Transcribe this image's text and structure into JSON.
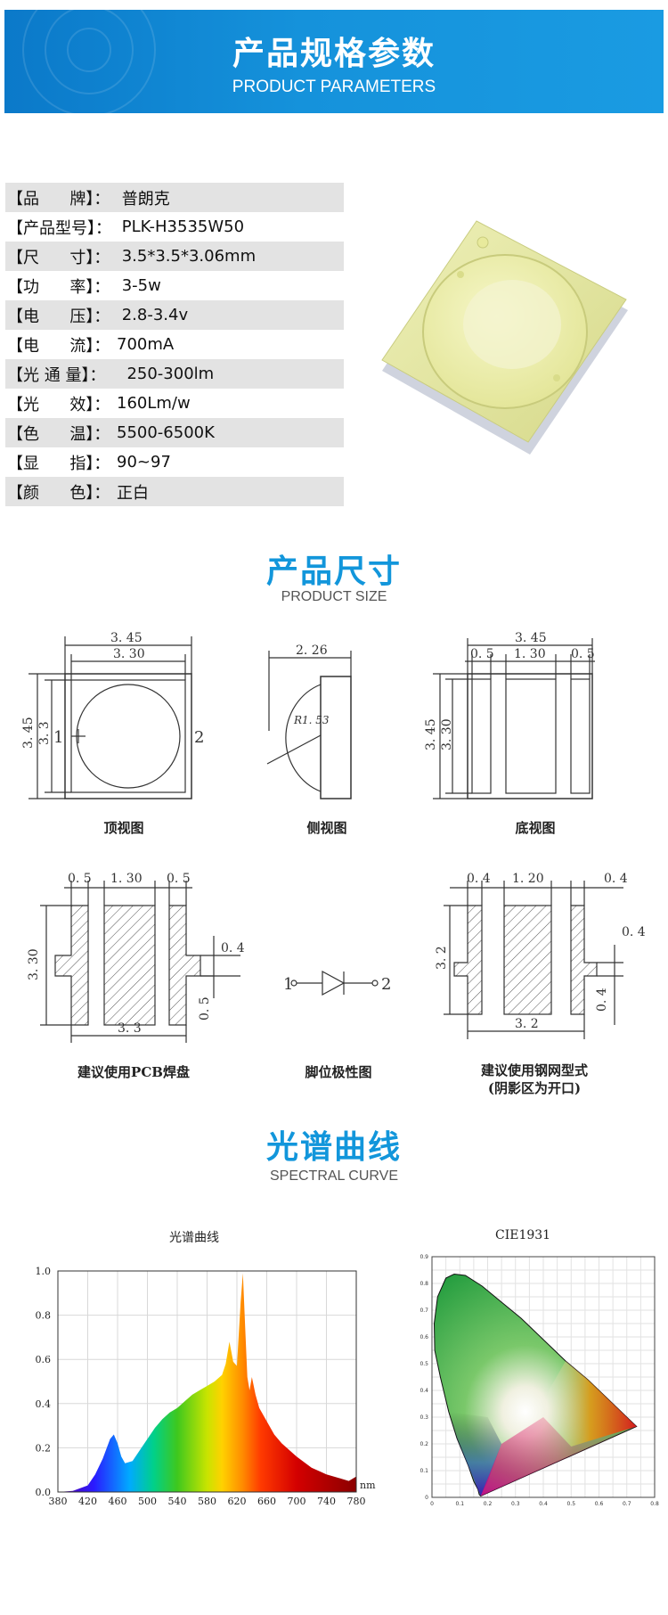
{
  "header": {
    "title": "产品规格参数",
    "subtitle": "PRODUCT PARAMETERS"
  },
  "specs": [
    {
      "label": "【品      牌】：",
      "value": " 普朗克"
    },
    {
      "label": "【产品型号】：",
      "value": " PLK-H3535W50"
    },
    {
      "label": "【尺      寸】：",
      "value": " 3.5*3.5*3.06mm"
    },
    {
      "label": "【功      率】：",
      "value": " 3-5w"
    },
    {
      "label": "【电      压】：",
      "value": " 2.8-3.4v"
    },
    {
      "label": "【电      流】：",
      "value": "700mA"
    },
    {
      "label": "【光 通 量】：",
      "value": "  250-300lm"
    },
    {
      "label": "【光      效】：",
      "value": "160Lm/w"
    },
    {
      "label": "【色      温】：",
      "value": "5500-6500K"
    },
    {
      "label": "【显      指】：",
      "value": "90~97"
    },
    {
      "label": "【颜      色】：",
      "value": "正白"
    }
  ],
  "size_section": {
    "title": "产品尺寸",
    "subtitle": "PRODUCT SIZE",
    "captions": {
      "top_view": "顶视图",
      "side_view": "侧视图",
      "bottom_view": "底视图",
      "pcb_pad": "建议使用PCB焊盘",
      "polarity": "脚位极性图",
      "stencil_line1": "建议使用钢网型式",
      "stencil_line2": "(阴影区为开口)"
    },
    "dims": {
      "top_w_outer": "3. 45",
      "top_w_inner": "3. 30",
      "top_h_outer": "3. 45",
      "top_h_inner": "3. 3",
      "pin1": "1",
      "pin2": "2",
      "side_w": "2. 26",
      "side_r": "R1. 53",
      "bot_w": "3. 45",
      "bot_a": "0. 5",
      "bot_b": "1. 30",
      "bot_c": "0. 5",
      "bot_h": "3. 45",
      "bot_h2": "3. 30",
      "pcb_a": "0. 5",
      "pcb_b": "1. 30",
      "pcb_c": "0. 5",
      "pcb_h": "3. 30",
      "pcb_tab": "0. 4",
      "pcb_tab2": "0. 5",
      "pcb_w": "3. 3",
      "st_a": "0. 4",
      "st_b": "1. 20",
      "st_c": "0. 4",
      "st_h": "3. 2",
      "st_tab": "0. 4",
      "st_tab2": "0. 4",
      "st_w": "3. 2"
    }
  },
  "spectrum_section": {
    "title": "光谱曲线",
    "subtitle": "SPECTRAL CURVE",
    "left_chart_title": "光谱曲线",
    "right_chart_title": "CIE1931"
  },
  "chart_data": [
    {
      "type": "area",
      "title": "光谱曲线",
      "xlabel": "nm",
      "ylabel": "",
      "xlim": [
        380,
        780
      ],
      "ylim": [
        0,
        1.0
      ],
      "x_ticks": [
        "380",
        "420",
        "460",
        "500",
        "540",
        "580",
        "620",
        "660",
        "700",
        "740",
        "780"
      ],
      "y_ticks": [
        "0.0",
        "0.2",
        "0.4",
        "0.6",
        "0.8",
        "1.0"
      ],
      "grid": true,
      "x": [
        380,
        400,
        420,
        430,
        440,
        450,
        455,
        460,
        465,
        470,
        480,
        490,
        500,
        510,
        520,
        530,
        540,
        550,
        560,
        570,
        580,
        590,
        600,
        605,
        610,
        615,
        620,
        625,
        628,
        631,
        634,
        637,
        640,
        645,
        650,
        660,
        670,
        680,
        700,
        720,
        740,
        760,
        770,
        780
      ],
      "values": [
        0.0,
        0.005,
        0.03,
        0.08,
        0.15,
        0.24,
        0.26,
        0.22,
        0.16,
        0.13,
        0.14,
        0.19,
        0.24,
        0.29,
        0.33,
        0.36,
        0.38,
        0.41,
        0.44,
        0.46,
        0.48,
        0.5,
        0.53,
        0.58,
        0.68,
        0.59,
        0.57,
        0.86,
        0.99,
        0.75,
        0.52,
        0.46,
        0.52,
        0.44,
        0.38,
        0.32,
        0.26,
        0.22,
        0.16,
        0.11,
        0.08,
        0.06,
        0.05,
        0.07
      ]
    },
    {
      "type": "scatter",
      "title": "CIE1931",
      "x_ticks": [
        "0",
        "0.1",
        "0.2",
        "0.3",
        "0.4",
        "0.5",
        "0.6",
        "0.7",
        "0.8"
      ],
      "y_ticks": [
        "0",
        "0.1",
        "0.2",
        "0.3",
        "0.4",
        "0.5",
        "0.6",
        "0.7",
        "0.8",
        "0.9"
      ]
    }
  ]
}
